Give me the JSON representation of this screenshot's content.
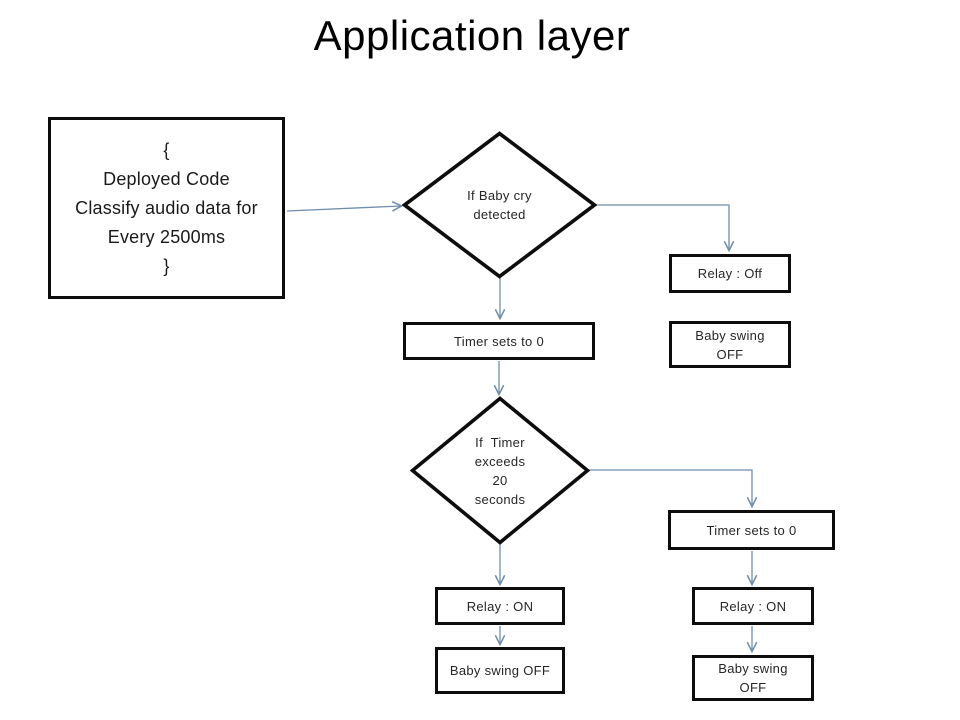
{
  "title": "Application layer",
  "colors": {
    "connector": "#6F8DAC",
    "shape_border": "#0d0d0d",
    "text": "#262626"
  },
  "nodes": {
    "deployed_code": {
      "text": "{\nDeployed Code\nClassify audio data for\nEvery 2500ms\n}"
    },
    "baby_cry_decision": {
      "text": "If Baby cry\ndetected"
    },
    "relay_off": {
      "text": "Relay : Off"
    },
    "baby_swing_off_top_right": {
      "text": "Baby swing\nOFF"
    },
    "timer_reset_center": {
      "text": "Timer sets to 0"
    },
    "timer_decision": {
      "text": "If  Timer\nexceeds\n20\nseconds"
    },
    "timer_reset_right": {
      "text": "Timer sets to 0"
    },
    "relay_on_center": {
      "text": "Relay : ON"
    },
    "baby_swing_off_center": {
      "text": "Baby swing OFF"
    },
    "relay_on_right": {
      "text": "Relay : ON"
    },
    "baby_swing_off_bottom_right": {
      "text": "Baby swing\nOFF"
    }
  }
}
